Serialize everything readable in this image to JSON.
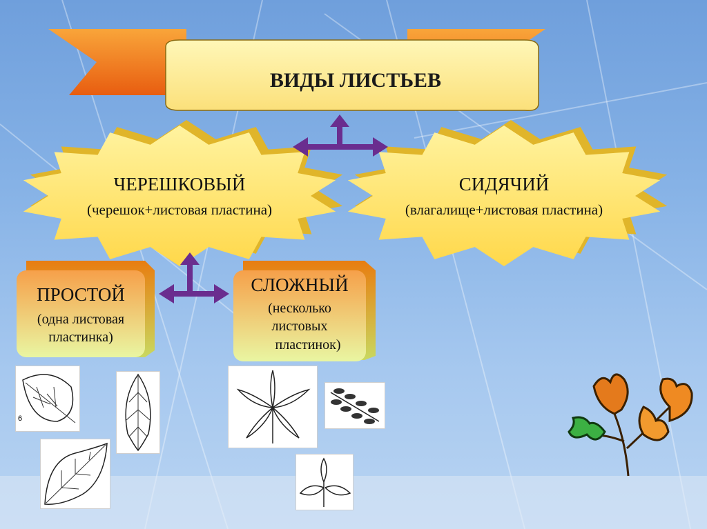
{
  "slide": {
    "title": "ВИДЫ ЛИСТЬЕВ",
    "petiolate": {
      "title": "ЧЕРЕШКОВЫЙ",
      "subtitle": "(черешок+листовая пластина)"
    },
    "sessile": {
      "title": "СИДЯЧИЙ",
      "subtitle": "(влагалище+листовая пластина)"
    },
    "simple": {
      "title": "ПРОСТОЙ",
      "line1": "(одна листовая",
      "line2": "пластинка)"
    },
    "compound": {
      "title": "СЛОЖНЫЙ",
      "line1": "(несколько",
      "line2": "листовых",
      "line3": "пластинок)"
    },
    "figure_number": "6"
  },
  "colors": {
    "banner_fill": "#fff3a8",
    "banner_tail": "#f07a1a",
    "star_fill": "#ffe680",
    "arrow": "#6a2d8f",
    "box_gradient_top": "#f6a34a",
    "box_gradient_bottom": "#eaf5a0",
    "autumn_leaf": "#e47a1c",
    "green_leaf": "#3cb043"
  }
}
